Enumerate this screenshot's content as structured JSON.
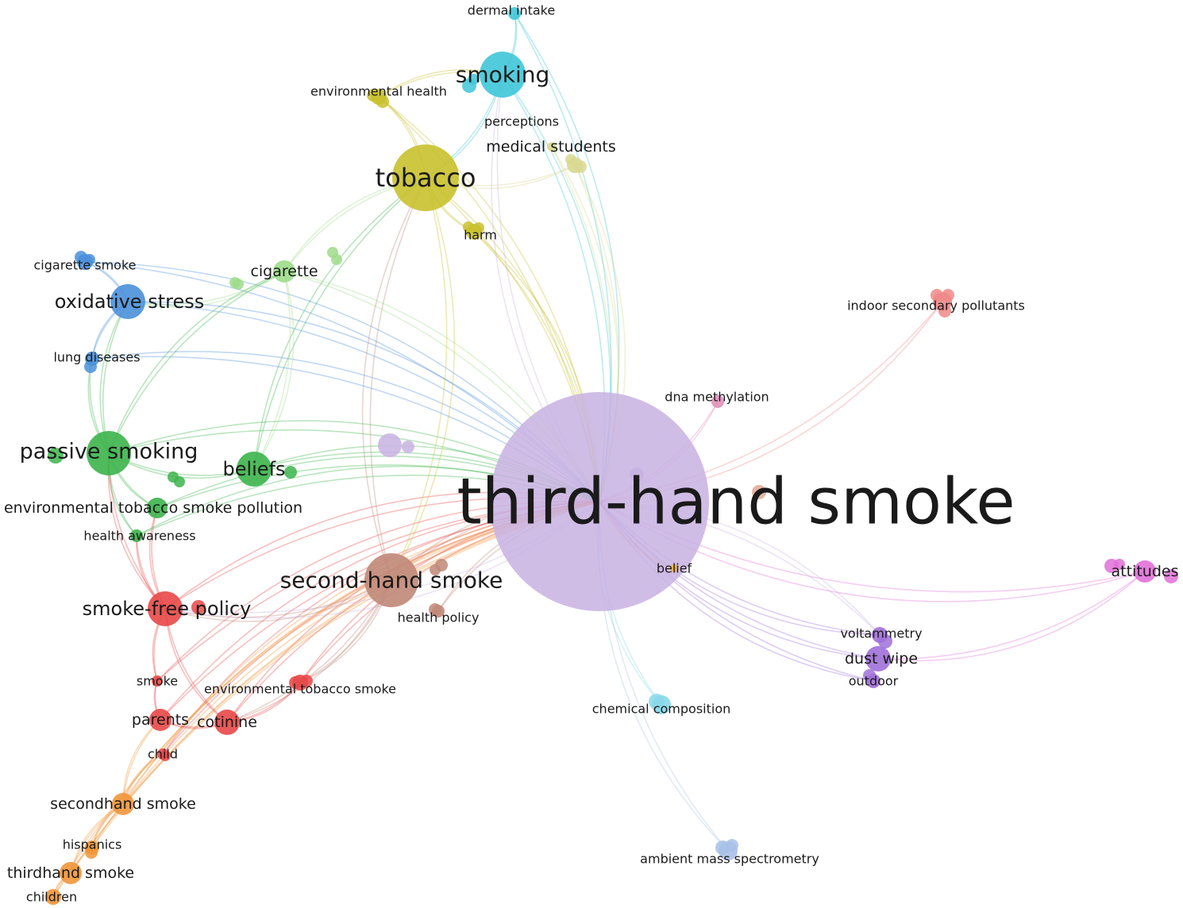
{
  "title": "Keyword co-occurrence network",
  "nodes": [
    {
      "label": "third-hand smoke",
      "color": "#c8b2e2"
    },
    {
      "label": "tobacco",
      "color": "#c9c12e"
    },
    {
      "label": "smoking",
      "color": "#3fc6d8"
    },
    {
      "label": "dermal intake",
      "color": "#3fc6d8"
    },
    {
      "label": "environmental health",
      "color": "#c9c12e"
    },
    {
      "label": "perceptions",
      "color": "#d8d890"
    },
    {
      "label": "medical students",
      "color": "#d8d890"
    },
    {
      "label": "harm",
      "color": "#c9c12e"
    },
    {
      "label": "cigarette",
      "color": "#9ddc8a"
    },
    {
      "label": "oxidative stress",
      "color": "#4a90d9"
    },
    {
      "label": "cigarette smoke",
      "color": "#4a90d9"
    },
    {
      "label": "lung diseases",
      "color": "#4a90d9"
    },
    {
      "label": "passive smoking",
      "color": "#3cb44b"
    },
    {
      "label": "beliefs",
      "color": "#3cb44b"
    },
    {
      "label": "environmental tobacco smoke pollution",
      "color": "#3cb44b"
    },
    {
      "label": "health awareness",
      "color": "#3cb44b"
    },
    {
      "label": "second-hand smoke",
      "color": "#c08878"
    },
    {
      "label": "health policy",
      "color": "#c08878"
    },
    {
      "label": "smoke-free policy",
      "color": "#e84848"
    },
    {
      "label": "smoke",
      "color": "#e84848"
    },
    {
      "label": "environmental tobacco smoke",
      "color": "#e84848"
    },
    {
      "label": "parents",
      "color": "#e84848"
    },
    {
      "label": "cotinine",
      "color": "#e84848"
    },
    {
      "label": "child",
      "color": "#e84848"
    },
    {
      "label": "secondhand smoke",
      "color": "#f0963a"
    },
    {
      "label": "hispanics",
      "color": "#f0963a"
    },
    {
      "label": "thirdhand smoke",
      "color": "#f0963a"
    },
    {
      "label": "children",
      "color": "#f0963a"
    },
    {
      "label": "indoor secondary pollutants",
      "color": "#f08888"
    },
    {
      "label": "dna methylation",
      "color": "#e090b8"
    },
    {
      "label": "belief",
      "color": "#f0b040"
    },
    {
      "label": "attitudes",
      "color": "#e070d8"
    },
    {
      "label": "voltammetry",
      "color": "#a070d8"
    },
    {
      "label": "dust wipe",
      "color": "#a070d8"
    },
    {
      "label": "outdoor",
      "color": "#a070d8"
    },
    {
      "label": "chemical composition",
      "color": "#88d8e8"
    },
    {
      "label": "ambient mass spectrometry",
      "color": "#a8c0e8"
    }
  ]
}
